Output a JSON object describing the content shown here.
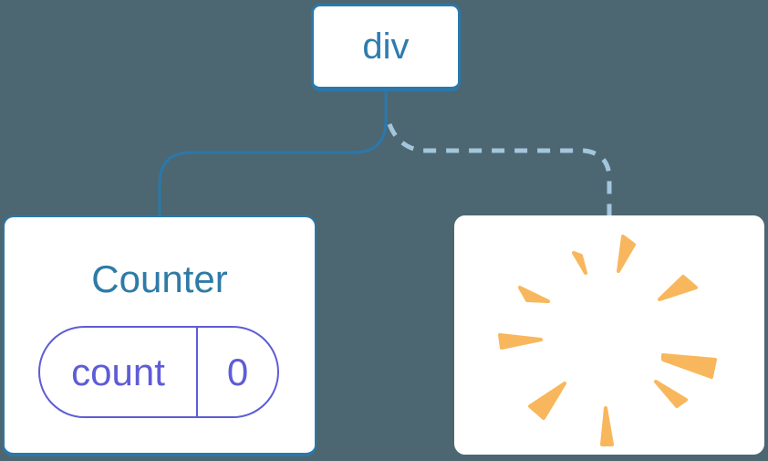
{
  "diagram": {
    "description": "component-tree-diagram",
    "root_node": {
      "label": "div"
    },
    "counter_card": {
      "title": "Counter",
      "state_pill": {
        "key": "count",
        "value": "0"
      }
    },
    "removed_card": {
      "icon": "poof-starburst"
    },
    "connections": [
      {
        "from": "div",
        "to": "Counter",
        "style": "solid"
      },
      {
        "from": "div",
        "to": "removed-slot",
        "style": "dashed"
      }
    ],
    "colors": {
      "background": "#4c6772",
      "node_border_blue": "#2b78ab",
      "node_text_blue": "#2e7cae",
      "dashed_line_blue": "#a4c6dc",
      "state_purple": "#5e5cd6",
      "poof_orange": "#f8b75c",
      "card_background": "#ffffff"
    }
  }
}
